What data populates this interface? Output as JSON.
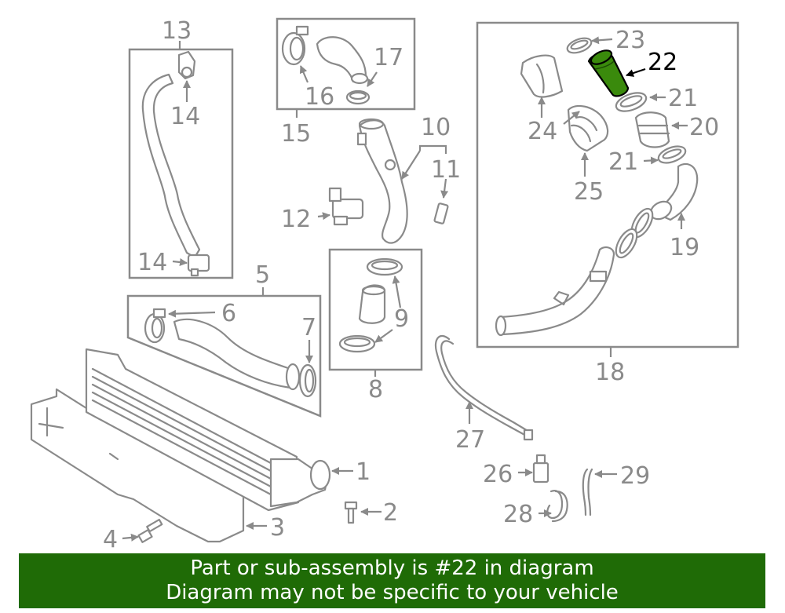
{
  "diagram": {
    "highlight_color": "#3a8a0c",
    "labels": {
      "p1": "1",
      "p2": "2",
      "p3": "3",
      "p4": "4",
      "p5": "5",
      "p6": "6",
      "p7": "7",
      "p8": "8",
      "p9": "9",
      "p10": "10",
      "p11": "11",
      "p12": "12",
      "p13": "13",
      "p14a": "14",
      "p14b": "14",
      "p15": "15",
      "p16": "16",
      "p17": "17",
      "p18": "18",
      "p19": "19",
      "p20": "20",
      "p21a": "21",
      "p21b": "21",
      "p22": "22",
      "p23": "23",
      "p24": "24",
      "p25": "25",
      "p26": "26",
      "p27": "27",
      "p28": "28",
      "p29": "29"
    }
  },
  "banner": {
    "line1": "Part or sub-assembly is #22 in diagram",
    "line2": "Diagram may not be specific to your vehicle",
    "background": "#1f6b06"
  }
}
